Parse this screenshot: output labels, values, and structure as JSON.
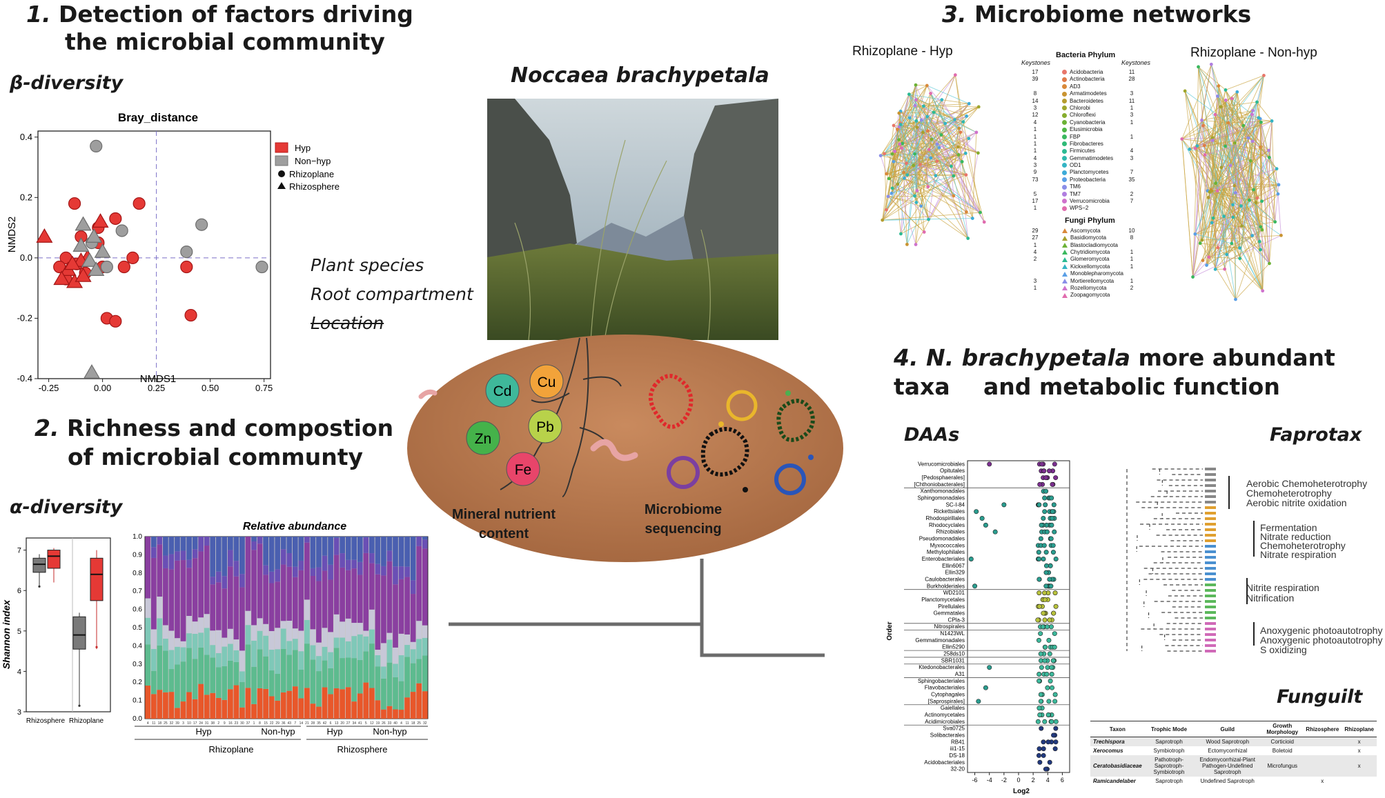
{
  "panel1": {
    "title_num": "1.",
    "title_line1": "Detection of factors driving",
    "title_line2": "the microbial community",
    "beta_label": "β-diversity",
    "chart_title": "Bray_distance",
    "xlabel": "NMDS1",
    "ylabel": "NMDS2",
    "xticks": [
      "-0.25",
      "0.00",
      "0.25",
      "0.50",
      "0.75"
    ],
    "yticks": [
      "0.4",
      "0.2",
      "0.0",
      "-0.2",
      "-0.4"
    ],
    "legend": {
      "hyp": "Hyp",
      "nonhyp": "Non−hyp",
      "rhizoplane": "Rhizoplane",
      "rhizosphere": "Rhizosphere"
    },
    "colors": {
      "hyp": "#e53935",
      "nonhyp": "#9e9e9e"
    }
  },
  "chart_data": [
    {
      "type": "scatter",
      "title": "Bray_distance",
      "xlabel": "NMDS1",
      "ylabel": "NMDS2",
      "xlim": [
        -0.3,
        0.78
      ],
      "ylim": [
        -0.4,
        0.42
      ],
      "series": [
        {
          "name": "Hyp Rhizoplane",
          "shape": "circle",
          "color": "#e53935",
          "points": [
            [
              -0.13,
              0.18
            ],
            [
              -0.02,
              0.1
            ],
            [
              0.06,
              0.13
            ],
            [
              0.17,
              0.18
            ],
            [
              -0.1,
              0.07
            ],
            [
              -0.02,
              0.05
            ],
            [
              -0.17,
              0.0
            ],
            [
              0.14,
              0.0
            ],
            [
              -0.12,
              -0.02
            ],
            [
              0.0,
              -0.03
            ],
            [
              0.1,
              -0.03
            ],
            [
              -0.2,
              -0.03
            ],
            [
              -0.17,
              -0.07
            ],
            [
              0.02,
              -0.2
            ],
            [
              0.06,
              -0.21
            ],
            [
              0.39,
              -0.03
            ],
            [
              0.41,
              -0.19
            ],
            [
              -0.08,
              -0.05
            ]
          ]
        },
        {
          "name": "Hyp Rhizosphere",
          "shape": "triangle",
          "color": "#e53935",
          "points": [
            [
              -0.27,
              0.07
            ],
            [
              -0.01,
              0.12
            ],
            [
              -0.07,
              0.0
            ],
            [
              -0.1,
              -0.01
            ],
            [
              -0.16,
              -0.04
            ],
            [
              -0.13,
              -0.08
            ],
            [
              -0.19,
              -0.07
            ],
            [
              -0.09,
              -0.06
            ],
            [
              -0.14,
              -0.02
            ]
          ]
        },
        {
          "name": "Non-hyp Rhizoplane",
          "shape": "circle",
          "color": "#9e9e9e",
          "points": [
            [
              -0.03,
              0.37
            ],
            [
              0.46,
              0.11
            ],
            [
              0.09,
              0.09
            ],
            [
              0.39,
              0.02
            ],
            [
              0.02,
              -0.03
            ],
            [
              0.74,
              -0.03
            ],
            [
              -0.05,
              0.05
            ]
          ]
        },
        {
          "name": "Non-hyp Rhizosphere",
          "shape": "triangle",
          "color": "#9e9e9e",
          "points": [
            [
              -0.09,
              0.11
            ],
            [
              -0.04,
              0.07
            ],
            [
              0.0,
              0.02
            ],
            [
              -0.06,
              -0.01
            ],
            [
              -0.03,
              -0.04
            ],
            [
              -0.05,
              -0.38
            ],
            [
              -0.1,
              0.04
            ]
          ]
        }
      ]
    },
    {
      "type": "box",
      "ylabel": "Shannon index",
      "ylim": [
        3,
        7.3
      ],
      "yticks": [
        "3",
        "4",
        "5",
        "6",
        "7"
      ],
      "categories": [
        "Rhizosphere",
        "Rhizoplane"
      ],
      "series": [
        {
          "name": "Non-hyp",
          "color": "#7a7a7a",
          "boxes": [
            {
              "min": 6.1,
              "q1": 6.45,
              "median": 6.65,
              "q3": 6.8,
              "max": 6.9
            },
            {
              "min": 3.15,
              "q1": 4.55,
              "median": 4.9,
              "q3": 5.35,
              "max": 5.45
            }
          ]
        },
        {
          "name": "Hyp",
          "color": "#e53935",
          "boxes": [
            {
              "min": 6.2,
              "q1": 6.55,
              "median": 6.85,
              "q3": 7.0,
              "max": 7.05
            },
            {
              "min": 4.55,
              "q1": 5.75,
              "median": 6.4,
              "q3": 6.8,
              "max": 7.0
            }
          ]
        }
      ]
    },
    {
      "type": "bar",
      "stacked": true,
      "title": "Relative abundance",
      "yticks": [
        "0.0",
        "0.1",
        "0.2",
        "0.3",
        "0.4",
        "0.5",
        "0.6",
        "0.7",
        "0.8",
        "0.9",
        "1.0"
      ],
      "ylim": [
        0,
        1
      ],
      "group_labels": [
        "Hyp",
        "Non-hyp",
        "Hyp",
        "Non-hyp"
      ],
      "compartment_labels": [
        "Rhizoplane",
        "Rhizosphere"
      ],
      "bar_count": 48,
      "layer_colors": [
        "#e8572a",
        "#5dbb8f",
        "#7fc8b8",
        "#c8c8d8",
        "#8a3fa0",
        "#6a4fb5",
        "#4a5fb0"
      ]
    },
    {
      "type": "scatter",
      "title": "DAAs",
      "xlabel": "Log2",
      "ylabel": "Order",
      "xlim": [
        -7,
        7
      ],
      "xticks": [
        "-6",
        "-4",
        "-2",
        "0",
        "2",
        "4",
        "6"
      ],
      "categories": [
        "Verrucomicrobiales",
        "Opitutales",
        "[Pedosphaerales]",
        "[Chthoniobacterales]",
        "Xanthomonadales",
        "Sphingomonadales",
        "SC-I-84",
        "Rickettsiales",
        "Rhodospirillales",
        "Rhodocyclales",
        "Rhizobiales",
        "Pseudomonadales",
        "Myxococcales",
        "Methylophilales",
        "Enterobacteriales",
        "Ellin6067",
        "Ellin329",
        "Caulobacterales",
        "Burkholderiales",
        "WD2101",
        "Planctomycetales",
        "Pirellulales",
        "Gemmatales",
        "CPla-3",
        "Nitrospirales",
        "N1423WL",
        "Gemmatimonadales",
        "Ellin5290",
        "258ds10",
        "SBR1031",
        "Ktedonobacterales",
        "A31",
        "Sphingobacteriales",
        "Flavobacteriales",
        "Cytophagales",
        "[Saprospirales]",
        "Gaiellales",
        "Actinomycetales",
        "Acidimicrobiales",
        "Sva0725",
        "Solibacterales",
        "RB41",
        "iii1-15",
        "DS-18",
        "Acidobacteriales",
        "32-20"
      ]
    }
  ],
  "panel2": {
    "title_num": "2.",
    "title_line1": "Richness and compostion",
    "title_line2": "of microbial communty",
    "alpha_label": "α-diversity",
    "box_ylabel": "Shannon index",
    "box_categories": [
      "Rhizosphere",
      "Rhizoplane"
    ],
    "ra_title": "Relative abundance",
    "ra_groups": [
      "Hyp",
      "Non-hyp",
      "Hyp",
      "Non-hyp"
    ],
    "ra_compartments": [
      "Rhizoplane",
      "Rhizosphere"
    ]
  },
  "center": {
    "species": "Noccaea brachypetala",
    "factors": [
      "Plant species",
      "Root compartment",
      "Location"
    ],
    "metals": [
      {
        "symbol": "Cd",
        "color": "#3fb89a"
      },
      {
        "symbol": "Cu",
        "color": "#f2a33a"
      },
      {
        "symbol": "Pb",
        "color": "#b8d24a"
      },
      {
        "symbol": "Zn",
        "color": "#45b24a"
      },
      {
        "symbol": "Fe",
        "color": "#e8456a"
      }
    ],
    "label_mineral_1": "Mineral nutrient",
    "label_mineral_2": "content",
    "label_micro_1": "Microbiome",
    "label_micro_2": "sequencing"
  },
  "panel3": {
    "title_num": "3.",
    "title": "Microbiome networks",
    "net_left": "Rhizoplane - Hyp",
    "net_right": "Rhizoplane - Non-hyp",
    "keystones_label": "Keystones",
    "bacteria_header": "Bacteria Phylum",
    "fungi_header": "Fungi Phylum",
    "bacteria": [
      {
        "left": "17",
        "name": "Acidobacteria",
        "right": "11",
        "color": "#e8766a"
      },
      {
        "left": "39",
        "name": "Actinobacteria",
        "right": "28",
        "color": "#e07b4a"
      },
      {
        "left": "",
        "name": "AD3",
        "right": "",
        "color": "#d9893a"
      },
      {
        "left": "8",
        "name": "Armatimodetes",
        "right": "3",
        "color": "#c99432"
      },
      {
        "left": "14",
        "name": "Bacteroidetes",
        "right": "11",
        "color": "#b59c2e"
      },
      {
        "left": "3",
        "name": "Chlorobi",
        "right": "1",
        "color": "#9ea62c"
      },
      {
        "left": "12",
        "name": "Chloroflexi",
        "right": "3",
        "color": "#86ad2e"
      },
      {
        "left": "4",
        "name": "Cyanobacteria",
        "right": "1",
        "color": "#6cb236"
      },
      {
        "left": "1",
        "name": "Elusimicrobia",
        "right": "",
        "color": "#4fb646"
      },
      {
        "left": "1",
        "name": "FBP",
        "right": "1",
        "color": "#3ab85e"
      },
      {
        "left": "1",
        "name": "Fibrobacteres",
        "right": "",
        "color": "#2fba78"
      },
      {
        "left": "1",
        "name": "Firmicutes",
        "right": "4",
        "color": "#2cba93"
      },
      {
        "left": "4",
        "name": "Gemmatimodetes",
        "right": "3",
        "color": "#2fb8ac"
      },
      {
        "left": "3",
        "name": "OD1",
        "right": "",
        "color": "#34b4c4"
      },
      {
        "left": "9",
        "name": "Planctomycetes",
        "right": "7",
        "color": "#3dabd8"
      },
      {
        "left": "73",
        "name": "Proteobacteria",
        "right": "35",
        "color": "#5a9fe6"
      },
      {
        "left": "",
        "name": "TM6",
        "right": "",
        "color": "#8a8ee8"
      },
      {
        "left": "5",
        "name": "TM7",
        "right": "2",
        "color": "#b07ee0"
      },
      {
        "left": "17",
        "name": "Verrucomicrobia",
        "right": "7",
        "color": "#cf72cc"
      },
      {
        "left": "1",
        "name": "WPS−2",
        "right": "",
        "color": "#e06cae"
      }
    ],
    "fungi": [
      {
        "left": "29",
        "name": "Ascomycota",
        "right": "10",
        "color": "#d9893a"
      },
      {
        "left": "27",
        "name": "Basidiomycota",
        "right": "8",
        "color": "#a6a02c"
      },
      {
        "left": "1",
        "name": "Blastocladiomycota",
        "right": "",
        "color": "#6cb236"
      },
      {
        "left": "4",
        "name": "Chytridiomycota",
        "right": "1",
        "color": "#3ab85e"
      },
      {
        "left": "2",
        "name": "Glomeromycota",
        "right": "1",
        "color": "#2cba93"
      },
      {
        "left": "",
        "name": "Kickxellomycota",
        "right": "1",
        "color": "#34b4c4"
      },
      {
        "left": "",
        "name": "Monoblepharomycota",
        "right": "",
        "color": "#5a9fe6"
      },
      {
        "left": "3",
        "name": "Mortierellomycota",
        "right": "1",
        "color": "#8a8ee8"
      },
      {
        "left": "1",
        "name": "Rozellomycota",
        "right": "2",
        "color": "#cf72cc"
      },
      {
        "left": "",
        "name": "Zoopagomycota",
        "right": "",
        "color": "#e06cae"
      }
    ]
  },
  "panel4": {
    "title_num": "4.",
    "title_italic": "N. brachypetala",
    "title_rest": " more abundant taxa",
    "title_line2": "and metabolic function",
    "daa_label": "DAAs",
    "daa_xlabel": "Log2",
    "daa_ylabel": "Order",
    "daa_xticks": [
      "-6",
      "-4",
      "-2",
      "0",
      "2",
      "4",
      "6"
    ],
    "faprotax_label": "Faprotax",
    "faprotax_groups": [
      [
        "Aerobic Chemoheterotrophy",
        "Chemoheterotrophy",
        "Aerobic nitrite oxidation"
      ],
      [
        "Fermentation",
        "Nitrate reduction",
        "Chemoheterotrophy",
        "Nitrate respiration"
      ],
      [
        "Nitrite respiration",
        "Nitrification"
      ],
      [
        "Anoxygenic photoautotrophy",
        "Anoxygenic photoautotrophy S oxidizing"
      ]
    ],
    "funguilt_label": "Funguilt",
    "funguilt_headers": [
      "Taxon",
      "Trophic Mode",
      "Guild",
      "Growth Morphology",
      "Rhizosphere",
      "Rhizoplane"
    ],
    "funguilt_rows": [
      [
        "Trechispora",
        "Saprotroph",
        "Wood Saprotroph",
        "Corticioid",
        "",
        "x"
      ],
      [
        "Xerocomus",
        "Symbiotroph",
        "Ectomycorrhizal",
        "Boletoid",
        "",
        "x"
      ],
      [
        "Ceratobasidiaceae",
        "Pathotroph-Saprotroph-Symbiotroph",
        "Endomycorrhizal-Plant Pathogen-Undefined Saprotroph",
        "Microfungus",
        "",
        "x"
      ],
      [
        "Ramicandelaber",
        "Saprotroph",
        "Undefined Saprotroph",
        "",
        "x",
        ""
      ]
    ]
  }
}
